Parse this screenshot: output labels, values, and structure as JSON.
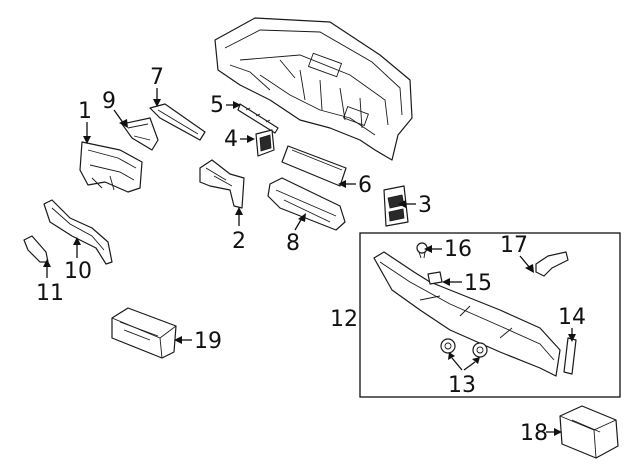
{
  "diagram": {
    "callouts": {
      "p1": "1",
      "p2": "2",
      "p3": "3",
      "p4": "4",
      "p5": "5",
      "p6": "6",
      "p7": "7",
      "p8": "8",
      "p9": "9",
      "p10": "10",
      "p11": "11",
      "p12": "12",
      "p13": "13",
      "p14": "14",
      "p15": "15",
      "p16": "16",
      "p17": "17",
      "p18": "18",
      "p19": "19"
    },
    "colors": {
      "line": "#111111",
      "background": "#ffffff"
    }
  }
}
